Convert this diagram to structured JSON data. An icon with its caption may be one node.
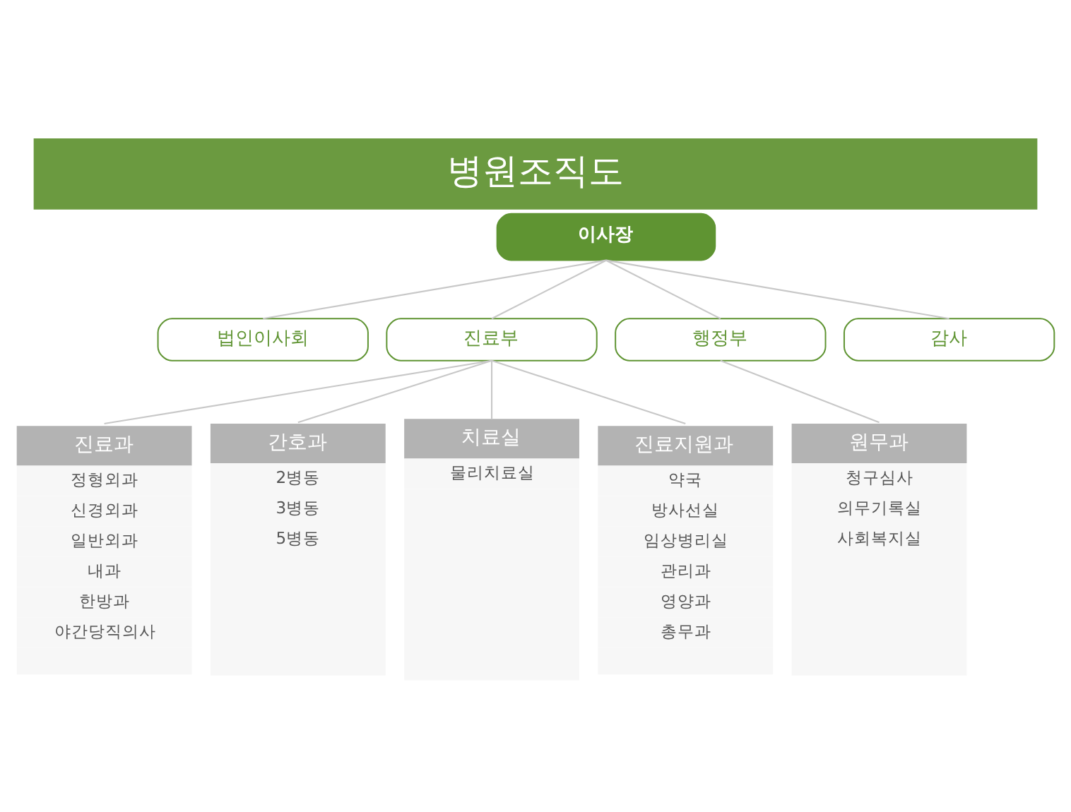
{
  "diagram": {
    "title": "병원조직도",
    "nodes": [
      {
        "text": [
          "이사장"
        ]
      },
      {
        "text": [
          "법인이사회"
        ]
      },
      {
        "text": [
          "진료부"
        ]
      },
      {
        "text": [
          "행정부"
        ]
      },
      {
        "text": [
          "감사"
        ]
      },
      {
        "text": [
          "진료과",
          "정형외과",
          "신경외과",
          "일반외과",
          "내과",
          "한방과",
          "야간당직의사"
        ]
      },
      {
        "text": [
          "간호과",
          "2병동",
          "3병동",
          "5병동"
        ]
      },
      {
        "text": [
          "치료실",
          "물리치료실"
        ]
      },
      {
        "text": [
          "진료지원과",
          "약국",
          "방사선실",
          "임상병리실",
          "관리과",
          "영양과",
          "총무과"
        ]
      },
      {
        "text": [
          "원무과",
          "청구심사",
          "의무기록실",
          "사회복지실"
        ]
      }
    ],
    "edges": [
      {
        "from": 0,
        "to": 1,
        "arrow": "none"
      },
      {
        "from": 0,
        "to": 2,
        "arrow": "none"
      },
      {
        "from": 0,
        "to": 3,
        "arrow": "none"
      },
      {
        "from": 0,
        "to": 4,
        "arrow": "none"
      },
      {
        "from": 2,
        "to": 5,
        "arrow": "none"
      },
      {
        "from": 2,
        "to": 6,
        "arrow": "none"
      },
      {
        "from": 2,
        "to": 7,
        "arrow": "none"
      },
      {
        "from": 2,
        "to": 8,
        "arrow": "none"
      },
      {
        "from": 3,
        "to": 9,
        "arrow": "none"
      }
    ]
  }
}
